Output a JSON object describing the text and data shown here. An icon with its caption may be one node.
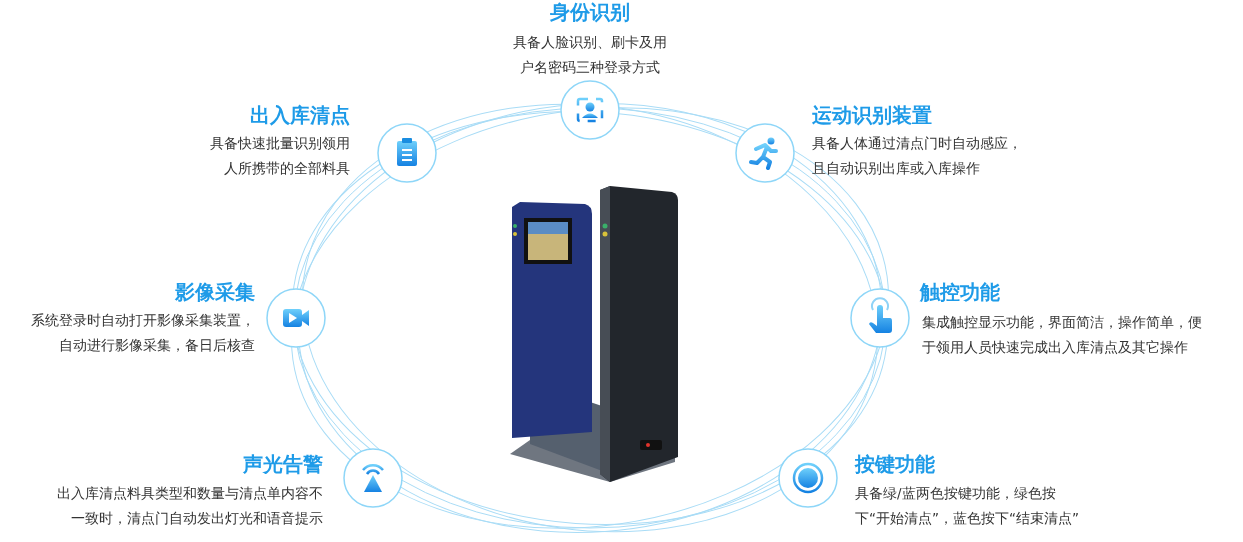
{
  "diagram": {
    "nodes": [
      {
        "text": [
          "身份识别",
          "具备人脸识别、刷卡及用户名密码三种登录方式"
        ]
      },
      {
        "text": [
          "出入库清点",
          "具备快速批量识别领用人所携带的全部料具"
        ]
      },
      {
        "text": [
          "运动识别装置",
          "具备人体通过清点门时自动感应，且自动识别出库或入库操作"
        ]
      },
      {
        "text": [
          "影像采集",
          "系统登录时自动打开影像采集装置，自动进行影像采集，备日后核查"
        ]
      },
      {
        "text": [],
        "shape": "picture"
      },
      {
        "text": [
          "触控功能",
          "集成触控显示功能，界面简洁，操作简单，便于领用人员快速完成出入库清点及其它操作"
        ]
      },
      {
        "text": [
          "声光告警",
          "出入库清点料具类型和数量与清点单内容不一致时，清点门自动发出灯光和语音提示"
        ]
      },
      {
        "text": [
          "按键功能",
          "具备绿/蓝两色按键功能，绿色按下“开始清点”，蓝色按下“结束清点”"
        ]
      }
    ]
  }
}
